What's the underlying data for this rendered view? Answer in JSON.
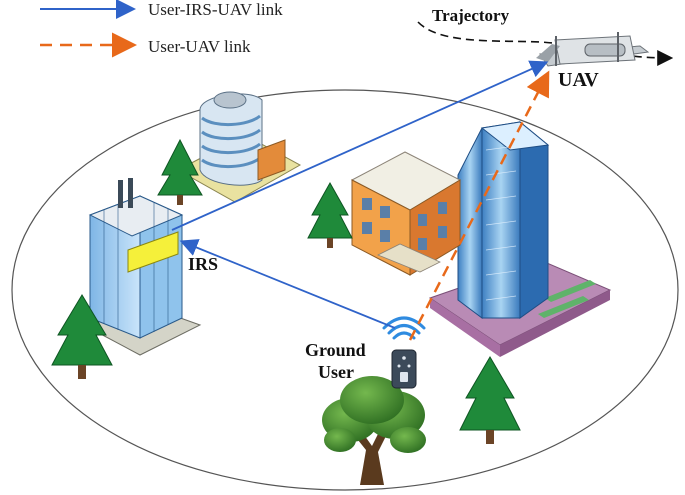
{
  "legend": {
    "irs_uav_link": "User-IRS-UAV link",
    "user_uav_link": "User-UAV link"
  },
  "labels": {
    "trajectory": "Trajectory",
    "uav": "UAV",
    "irs": "IRS",
    "ground_user_line1": "Ground",
    "ground_user_line2": "User"
  },
  "colors": {
    "irs_link": "#2f63c9",
    "direct_link": "#e8691a",
    "ellipse": "#555555",
    "tree": "#1f8a3a",
    "irs_panel": "#f5f03a"
  },
  "icons": [
    "uav-drone-icon",
    "tree-icon",
    "building-icon",
    "phone-icon",
    "wifi-signal-icon"
  ]
}
